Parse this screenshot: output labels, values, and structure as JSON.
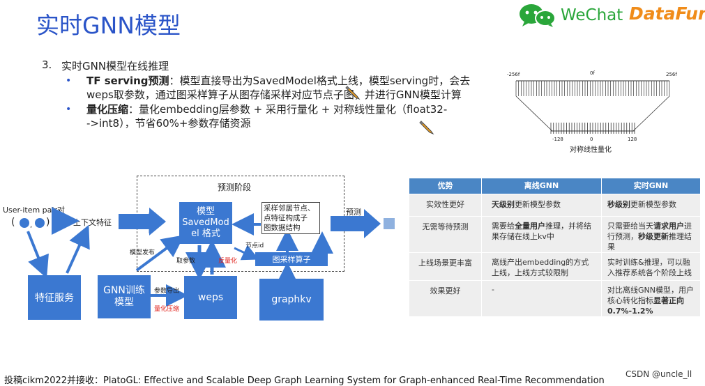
{
  "slide": {
    "title": "实时GNN模型",
    "brand_wechat": "WeChat",
    "brand_datafun": "DataFun."
  },
  "section": {
    "number": "3.",
    "heading": "实时GNN模型在线推理",
    "bullets": [
      {
        "bold": "TF serving预测",
        "line1": "：模型直接导出为SavedModel格式上线，模型serving时，会去",
        "line2": "weps取参数，通过图采样算子从图存储采样对应节点子图，并进行GNN模型计算"
      },
      {
        "bold": "量化压缩",
        "line1": "：量化embedding层参数 + 采用行量化 + 对称线性量化（float32-",
        "line2": "->int8），节省60%+参数存储资源"
      }
    ]
  },
  "quant_figure": {
    "top_left": "-256f",
    "top_mid": "0f",
    "top_right": "256f",
    "bottom_left": "-128",
    "bottom_mid": "0",
    "bottom_right": "128",
    "caption": "对称线性量化"
  },
  "diagram": {
    "user_item_label": "User-item pair对",
    "paren_left": "(",
    "paren_right": ")",
    "context_feature": "上下文特征",
    "predict_stage": "预测阶段",
    "model_box": "模型\nSavedMod\nel 格式",
    "sample_box": "采样邻居节点、\n点特征构成子\n图数据结构",
    "predict_label": "预测",
    "node_id": "节点id",
    "model_publish": "模型发布",
    "fetch_params": "取参数",
    "dequant": "反量化",
    "graph_sampler": "图采样算子",
    "feature_service": "特征服务",
    "gnn_train": "GNN训练\n模型",
    "param_export": "参数导出",
    "quant_compress": "量化压缩",
    "weps": "weps",
    "graphkv": "graphkv"
  },
  "table": {
    "headers": [
      "优势",
      "离线GNN",
      "实时GNN"
    ],
    "rows": [
      {
        "c0": "实效性更好",
        "c1_bold": "天级别",
        "c1_rest": "更新模型参数",
        "c2_bold": "秒级别",
        "c2_rest": "更新模型参数"
      },
      {
        "c0": "无需等待预测",
        "c1_pre": "需要给",
        "c1_bold": "全量用户",
        "c1_rest": "推理，并将结果存储在线上kv中",
        "c2_pre": "只需要给当天",
        "c2_bold": "请求用户",
        "c2_mid": "进行预测，",
        "c2_bold2": "秒级更新",
        "c2_rest": "推理结果"
      },
      {
        "c0": "上线场景更丰富",
        "c1_rest": "离线产出embedding的方式上线，上线方式较限制",
        "c2_rest": "实时训练&推理，可以融入推荐系统各个阶段上线"
      },
      {
        "c0": "效果更好",
        "c1_rest": "-",
        "c2_pre": "对比离线GNN模型，用户核心转化指标",
        "c2_bold": "显著正向",
        "c2_bold2": "0.7%-1.2%"
      }
    ]
  },
  "footer": {
    "reference": "投稿cikm2022并接收：PlatoGL: Effective and Scalable Deep Graph Learning System for Graph-enhanced Real-Time Recommendation",
    "watermark": "CSDN @uncle_ll"
  },
  "colors": {
    "title_blue": "#2a54c8",
    "box_blue": "#3b78d1",
    "table_header": "#4a86c5",
    "table_cell": "#eeeeee",
    "accent_red": "#e0201a"
  }
}
